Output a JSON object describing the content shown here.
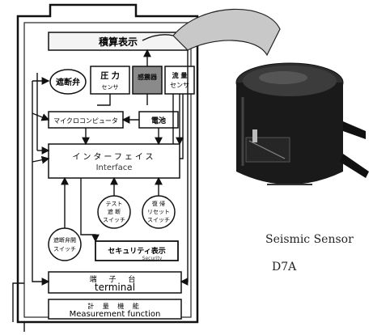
{
  "diagram": {
    "blocks": {
      "integrated_display": "積算表示",
      "shutoff_valve": "遮断弁",
      "pressure": "圧 力",
      "pressure_sub": "センサ",
      "seismic": "感震器",
      "flow_line1": "流 量",
      "flow_line2": "センサ",
      "microcomputer": "マイクロコンピュータ",
      "battery": "電池",
      "interface_jp": "インターフェイス",
      "interface_en": "Interface",
      "test_switch_l1": "テスト",
      "test_switch_l2": "遮 断",
      "test_switch_l3": "スイッチ",
      "reset_switch_l1": "復 帰",
      "reset_switch_l2": "リセット",
      "reset_switch_l3": "スイッチ",
      "valve_open_switch_l1": "遮断弁開",
      "valve_open_switch_l2": "スイッチ",
      "security_display": "セキュリティ表示",
      "security_en": "Security",
      "terminal_jp": "端 子 台",
      "terminal_en": "terminal",
      "measurement_jp": "計 量 機 能",
      "measurement_en": "Measurement function"
    }
  },
  "sensor": {
    "caption_title": "Seismic Sensor",
    "caption_model": "D7A",
    "body_color": "#1a1a1a"
  }
}
